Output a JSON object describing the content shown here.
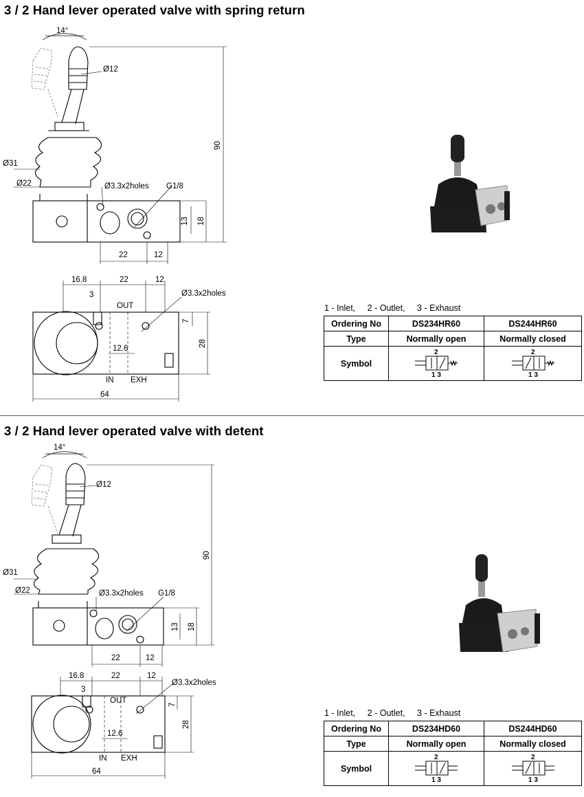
{
  "sections": [
    {
      "title": "3 / 2 Hand lever operated valve with spring return",
      "drawing": {
        "angle": "14°",
        "dia_knob": "Ø12",
        "dia_boot": "Ø31",
        "dia_neck": "Ø22",
        "holes_top": "Ø3.3x2holes",
        "port": "G1/8",
        "dim_13": "13",
        "dim_18": "18",
        "dim_90": "90",
        "dim_22_side": "22",
        "dim_12_side": "12",
        "dim_16_8": "16.8",
        "dim_22_top": "22",
        "dim_12_top": "12",
        "dim_3": "3",
        "holes_plan": "Ø3.3x2holes",
        "out": "OUT",
        "dim_7": "7",
        "dim_28": "28",
        "dim_12_6": "12.6",
        "in": "IN",
        "exh": "EXH",
        "dim_64": "64"
      },
      "legend": [
        "1 - Inlet,",
        "2 - Outlet,",
        "3 - Exhaust"
      ],
      "table": {
        "ordering_label": "Ordering No",
        "type_label": "Type",
        "symbol_label": "Symbol",
        "models": [
          {
            "code": "DS234HR60",
            "type": "Normally open",
            "port_top": "2",
            "ports_bottom": "1 3"
          },
          {
            "code": "DS244HR60",
            "type": "Normally closed",
            "port_top": "2",
            "ports_bottom": "1 3"
          }
        ]
      }
    },
    {
      "title": "3 / 2 Hand lever operated valve with detent",
      "drawing": {
        "angle": "14°",
        "dia_knob": "Ø12",
        "dia_boot": "Ø31",
        "dia_neck": "Ø22",
        "holes_top": "Ø3.3x2holes",
        "port": "G1/8",
        "dim_13": "13",
        "dim_18": "18",
        "dim_90": "90",
        "dim_22_side": "22",
        "dim_12_side": "12",
        "dim_16_8": "16.8",
        "dim_22_top": "22",
        "dim_12_top": "12",
        "dim_3": "3",
        "holes_plan": "Ø3.3x2holes",
        "out": "OUT",
        "dim_7": "7",
        "dim_28": "28",
        "dim_12_6": "12.6",
        "in": "IN",
        "exh": "EXH",
        "dim_64": "64"
      },
      "legend": [
        "1 - Inlet,",
        "2 - Outlet,",
        "3 - Exhaust"
      ],
      "table": {
        "ordering_label": "Ordering No",
        "type_label": "Type",
        "symbol_label": "Symbol",
        "models": [
          {
            "code": "DS234HD60",
            "type": "Normally open",
            "port_top": "2",
            "ports_bottom": "1 3"
          },
          {
            "code": "DS244HD60",
            "type": "Normally closed",
            "port_top": "2",
            "ports_bottom": "1 3"
          }
        ]
      }
    }
  ],
  "icons": {
    "photo": "valve-product-photo-icon",
    "symbol": "valve-circuit-symbol-icon"
  }
}
